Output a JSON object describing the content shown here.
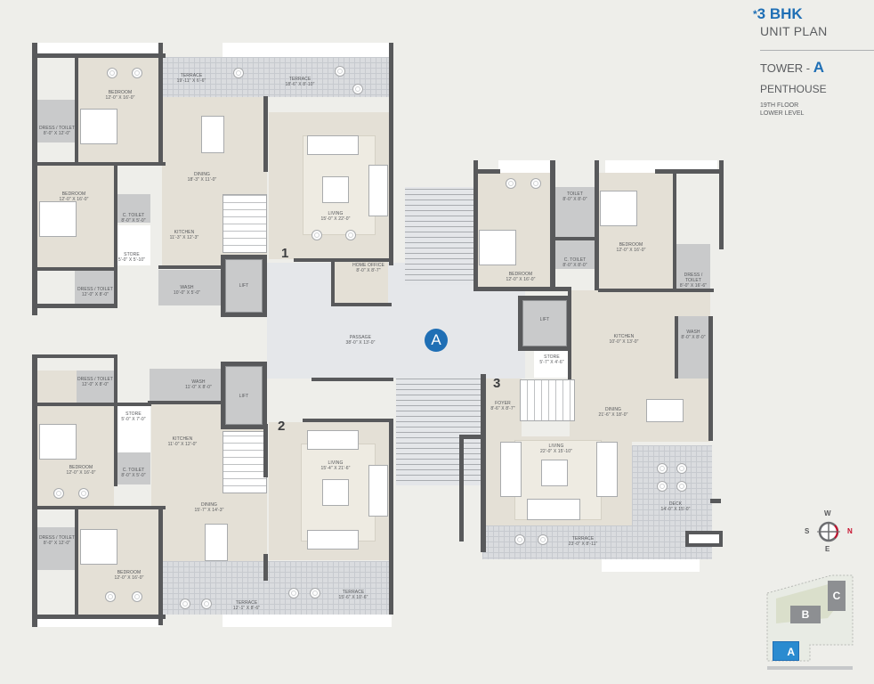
{
  "header": {
    "asterisk": "*",
    "bhk": "3 BHK",
    "unit_plan": "UNIT PLAN",
    "tower_label": "TOWER - ",
    "tower_letter": "A",
    "penthouse": "PENTHOUSE",
    "floor": "19TH FLOOR",
    "level": "LOWER LEVEL"
  },
  "colors": {
    "accent_blue": "#1f6fb5",
    "north_red": "#c8102e",
    "wall": "#58595b",
    "room_fill": "#e4e0d6",
    "wet_fill": "#c9cacb",
    "background": "#eeeeea"
  },
  "tower_marker": "A",
  "units": [
    {
      "number": "1",
      "rooms": [
        {
          "name": "BEDROOM",
          "size": "12'-0\" X 16'-0\""
        },
        {
          "name": "DRESS / TOILET",
          "size": "8'-0\" X 12'-0\""
        },
        {
          "name": "TERRACE",
          "size": "19'-11\" X 6'-6\""
        },
        {
          "name": "TERRACE",
          "size": "18'-6\" X 8'-10\""
        },
        {
          "name": "DINING",
          "size": "18'-3\" X 11'-0\""
        },
        {
          "name": "BEDROOM",
          "size": "12'-0\" X 16'-0\""
        },
        {
          "name": "C. TOILET",
          "size": "8'-0\" X 5'-0\""
        },
        {
          "name": "KITCHEN",
          "size": "11'-3\" X 12'-3\""
        },
        {
          "name": "STORE",
          "size": "5'-0\" X 5'-10\""
        },
        {
          "name": "DRESS / TOILET",
          "size": "12'-0\" X 8'-0\""
        },
        {
          "name": "WASH",
          "size": "10'-0\" X 5'-0\""
        },
        {
          "name": "LIVING",
          "size": "15'-0\" X 22'-0\""
        },
        {
          "name": "HOME OFFICE",
          "size": "8'-0\" X 8'-7\""
        }
      ]
    },
    {
      "number": "2",
      "rooms": [
        {
          "name": "DRESS / TOILET",
          "size": "12'-0\" X 8'-0\""
        },
        {
          "name": "WASH",
          "size": "11'-0\" X 8'-0\""
        },
        {
          "name": "STORE",
          "size": "5'-0\" X 7'-0\""
        },
        {
          "name": "KITCHEN",
          "size": "11'-0\" X 12'-0\""
        },
        {
          "name": "BEDROOM",
          "size": "12'-0\" X 16'-0\""
        },
        {
          "name": "C. TOILET",
          "size": "8'-0\" X 5'-0\""
        },
        {
          "name": "DINING",
          "size": "15'-7\" X 14'-3\""
        },
        {
          "name": "DRESS / TOILET",
          "size": "8'-0\" X 12'-0\""
        },
        {
          "name": "BEDROOM",
          "size": "12'-0\" X 16'-0\""
        },
        {
          "name": "LIVING",
          "size": "15'-4\" X 21'-6\""
        },
        {
          "name": "TERRACE",
          "size": "12'-1\" X 8'-6\""
        },
        {
          "name": "TERRACE",
          "size": "15'-6\" X 10'-6\""
        }
      ]
    },
    {
      "number": "3",
      "rooms": [
        {
          "name": "TOILET",
          "size": "8'-0\" X 8'-0\""
        },
        {
          "name": "BEDROOM",
          "size": "12'-0\" X 16'-0\""
        },
        {
          "name": "C. TOILET",
          "size": "8'-0\" X 8'-0\""
        },
        {
          "name": "BEDROOM",
          "size": "12'-0\" X 16'-0\""
        },
        {
          "name": "DRESS / TOILET",
          "size": "8'-0\" X 16'-6\""
        },
        {
          "name": "LIFT",
          "size": ""
        },
        {
          "name": "KITCHEN",
          "size": "10'-0\" X 13'-0\""
        },
        {
          "name": "WASH",
          "size": "8'-0\" X 8'-0\""
        },
        {
          "name": "STORE",
          "size": "5'-7\" X 4'-6\""
        },
        {
          "name": "FOYER",
          "size": "8'-6\" X 8'-7\""
        },
        {
          "name": "DINING",
          "size": "21'-6\" X 18'-0\""
        },
        {
          "name": "LIVING",
          "size": "22'-0\" X 15'-10\""
        },
        {
          "name": "DECK",
          "size": "14'-0\" X 15'-0\""
        },
        {
          "name": "TERRACE",
          "size": "23'-0\" X 8'-11\""
        }
      ]
    }
  ],
  "common": {
    "passage": {
      "name": "PASSAGE",
      "size": "38'-0\" X 13'-0\""
    },
    "lift": "LIFT"
  },
  "compass": {
    "north": "N",
    "south": "S",
    "east": "E",
    "west": "W"
  },
  "key_plan": {
    "towers": [
      "A",
      "B",
      "C"
    ],
    "highlighted": "A"
  }
}
